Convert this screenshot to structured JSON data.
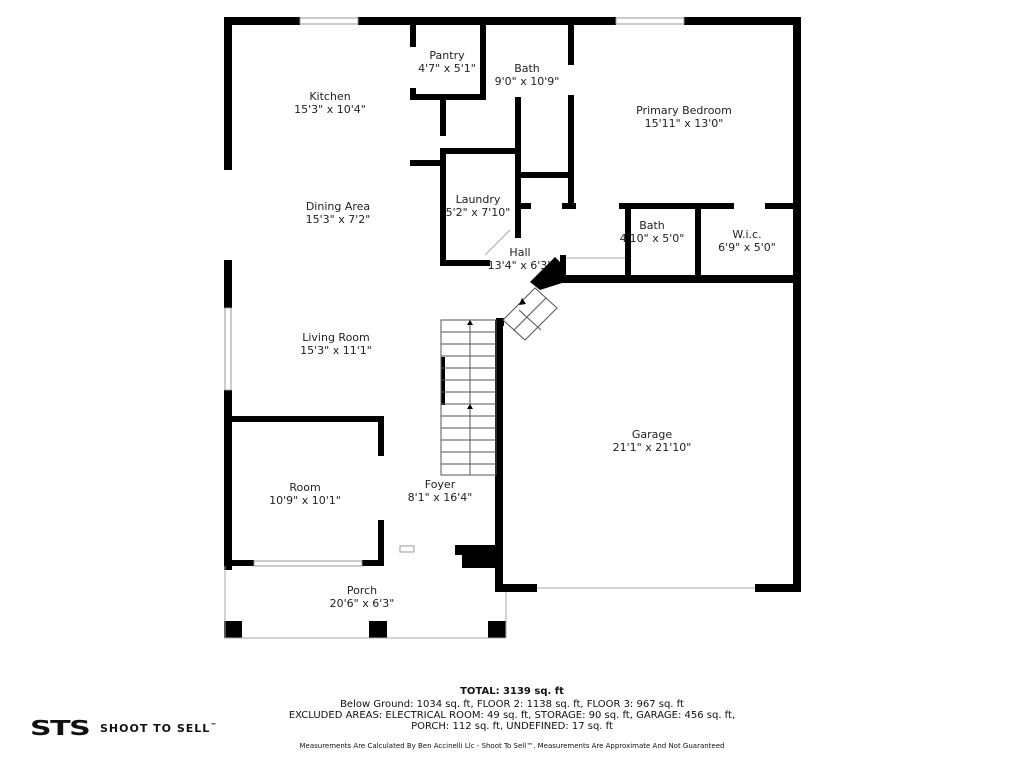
{
  "floorplan": {
    "rooms": [
      {
        "id": "kitchen",
        "name": "Kitchen",
        "dims": "15'3\" x 10'4\""
      },
      {
        "id": "pantry",
        "name": "Pantry",
        "dims": "4'7\" x 5'1\""
      },
      {
        "id": "bath-upper",
        "name": "Bath",
        "dims": "9'0\" x 10'9\""
      },
      {
        "id": "primary-bedroom",
        "name": "Primary Bedroom",
        "dims": "15'11\" x 13'0\""
      },
      {
        "id": "dining-area",
        "name": "Dining Area",
        "dims": "15'3\" x 7'2\""
      },
      {
        "id": "laundry",
        "name": "Laundry",
        "dims": "5'2\" x 7'10\""
      },
      {
        "id": "hall",
        "name": "Hall",
        "dims": "13'4\" x 6'3\""
      },
      {
        "id": "bath-small",
        "name": "Bath",
        "dims": "4'10\" x 5'0\""
      },
      {
        "id": "wic",
        "name": "W.i.c.",
        "dims": "6'9\" x 5'0\""
      },
      {
        "id": "living-room",
        "name": "Living Room",
        "dims": "15'3\" x 11'1\""
      },
      {
        "id": "garage",
        "name": "Garage",
        "dims": "21'1\" x 21'10\""
      },
      {
        "id": "room",
        "name": "Room",
        "dims": "10'9\" x 10'1\""
      },
      {
        "id": "foyer",
        "name": "Foyer",
        "dims": "8'1\" x 16'4\""
      },
      {
        "id": "porch",
        "name": "Porch",
        "dims": "20'6\" x 6'3\""
      }
    ]
  },
  "footer": {
    "total": "TOTAL: 3139 sq. ft",
    "line1": "Below Ground: 1034 sq. ft, FLOOR 2: 1138 sq. ft, FLOOR 3: 967 sq. ft",
    "line2": "EXCLUDED AREAS: ELECTRICAL ROOM: 49 sq. ft, STORAGE: 90 sq. ft, GARAGE: 456 sq. ft,",
    "line3": "PORCH: 112 sq. ft, UNDEFINED: 17 sq. ft",
    "disclaimer": "Measurements Are Calculated By Ben Accinelli Llc - Shoot To Sell™. Measurements Are Approximate And Not Guaranteed"
  },
  "logo": {
    "mark": "STS",
    "text": "SHOOT TO SELL",
    "tm": "™"
  },
  "colors": {
    "wall": "#000000",
    "background": "#ffffff",
    "window": "#bbbbbb"
  }
}
